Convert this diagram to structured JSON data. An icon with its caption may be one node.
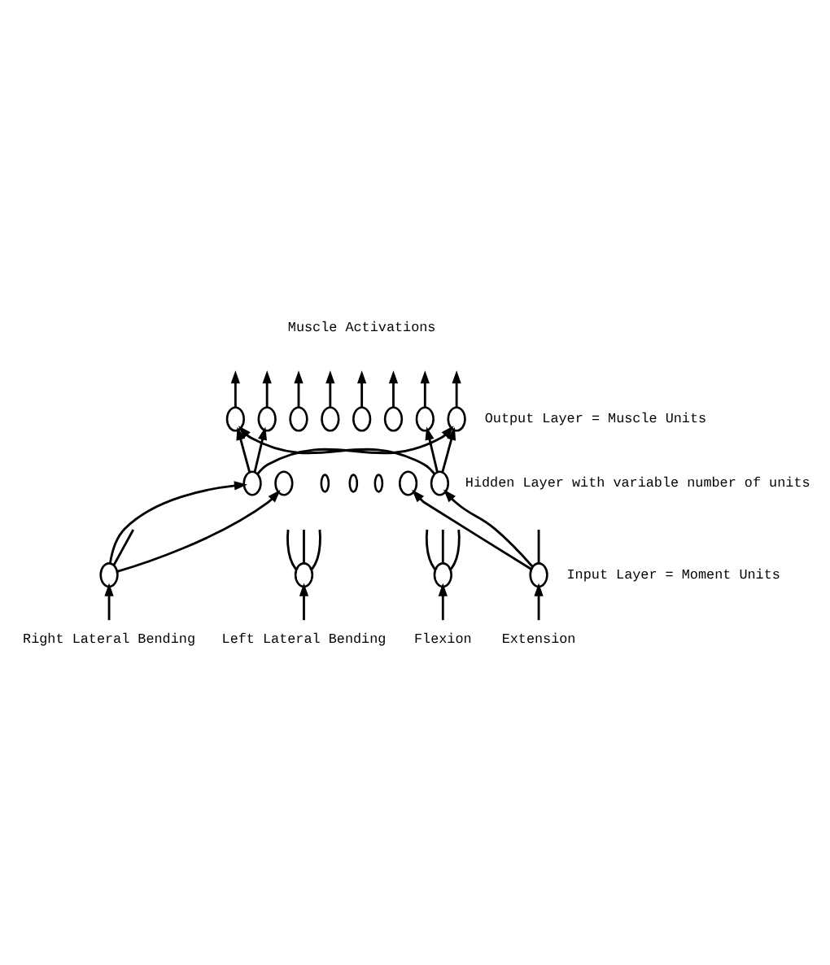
{
  "diagram": {
    "nodes": [
      {
        "text": [],
        "shape": "circle"
      },
      {
        "text": [],
        "shape": "circle"
      },
      {
        "text": [],
        "shape": "circle"
      },
      {
        "text": [],
        "shape": "circle"
      },
      {
        "text": [],
        "shape": "circle"
      },
      {
        "text": [],
        "shape": "circle"
      },
      {
        "text": [],
        "shape": "circle"
      },
      {
        "text": [],
        "shape": "circle"
      },
      {
        "text": [],
        "shape": "circle"
      },
      {
        "text": [],
        "shape": "circle"
      },
      {
        "text": [],
        "shape": "ellipse"
      },
      {
        "text": [],
        "shape": "ellipse"
      },
      {
        "text": [],
        "shape": "ellipse"
      },
      {
        "text": [],
        "shape": "circle"
      },
      {
        "text": [],
        "shape": "circle"
      },
      {
        "text": [],
        "shape": "circle"
      },
      {
        "text": [],
        "shape": "circle"
      },
      {
        "text": [],
        "shape": "circle"
      },
      {
        "text": [],
        "shape": "circle"
      },
      {
        "text": [
          "Right Lateral Bending"
        ]
      },
      {
        "text": [
          "Left Lateral Bending"
        ]
      },
      {
        "text": [
          "Flexion"
        ]
      },
      {
        "text": [
          "Extension"
        ]
      }
    ],
    "edges": [
      {
        "from": 0,
        "to": null,
        "arrow": "to"
      },
      {
        "from": 1,
        "to": null,
        "arrow": "to"
      },
      {
        "from": 2,
        "to": null,
        "arrow": "to"
      },
      {
        "from": 3,
        "to": null,
        "arrow": "to"
      },
      {
        "from": 4,
        "to": null,
        "arrow": "to"
      },
      {
        "from": 5,
        "to": null,
        "arrow": "to"
      },
      {
        "from": 6,
        "to": null,
        "arrow": "to"
      },
      {
        "from": 7,
        "to": null,
        "arrow": "to"
      },
      {
        "from": 8,
        "to": 0,
        "arrow": "to"
      },
      {
        "from": 8,
        "to": 1,
        "arrow": "to"
      },
      {
        "from": 8,
        "to": 7,
        "arrow": "to"
      },
      {
        "from": 14,
        "to": 0,
        "arrow": "to"
      },
      {
        "from": 14,
        "to": 6,
        "arrow": "to"
      },
      {
        "from": 14,
        "to": 7,
        "arrow": "to"
      },
      {
        "from": 15,
        "to": 8,
        "arrow": "to"
      },
      {
        "from": 15,
        "to": 9,
        "arrow": "to"
      },
      {
        "from": 15,
        "to": null,
        "arrow": "none"
      },
      {
        "from": 16,
        "to": null,
        "arrow": "none"
      },
      {
        "from": 16,
        "to": null,
        "arrow": "none"
      },
      {
        "from": 16,
        "to": null,
        "arrow": "none"
      },
      {
        "from": 17,
        "to": null,
        "arrow": "none"
      },
      {
        "from": 17,
        "to": null,
        "arrow": "none"
      },
      {
        "from": 17,
        "to": null,
        "arrow": "none"
      },
      {
        "from": 18,
        "to": null,
        "arrow": "none"
      },
      {
        "from": 18,
        "to": 13,
        "arrow": "to"
      },
      {
        "from": 18,
        "to": 14,
        "arrow": "to"
      },
      {
        "from": 19,
        "to": 15,
        "arrow": "to"
      },
      {
        "from": 20,
        "to": 16,
        "arrow": "to"
      },
      {
        "from": 21,
        "to": 17,
        "arrow": "to"
      },
      {
        "from": 22,
        "to": 18,
        "arrow": "to"
      }
    ],
    "labels": [
      "Muscle Activations",
      "Output Layer = Muscle Units",
      "Hidden Layer with variable number of units",
      "Input Layer = Moment Units"
    ]
  }
}
